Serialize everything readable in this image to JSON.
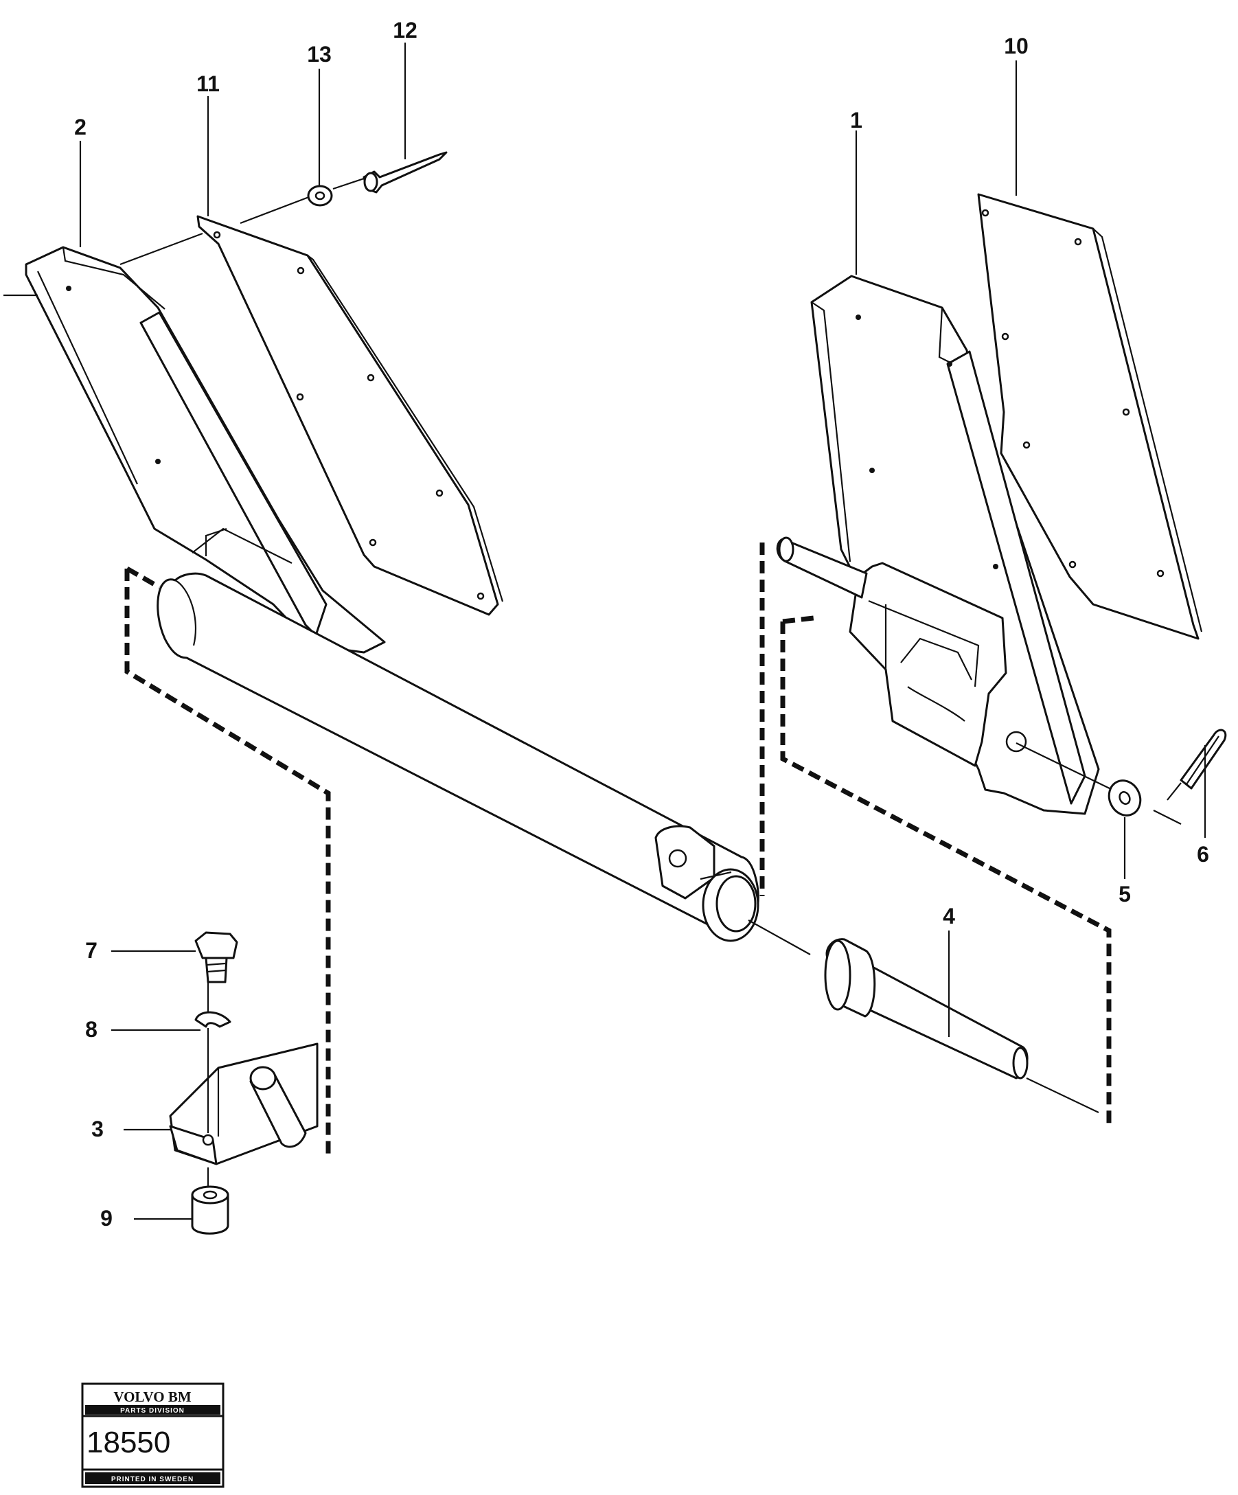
{
  "callouts": [
    {
      "id": "c1",
      "label": "1"
    },
    {
      "id": "c2",
      "label": "2"
    },
    {
      "id": "c3",
      "label": "3"
    },
    {
      "id": "c4",
      "label": "4"
    },
    {
      "id": "c5",
      "label": "5"
    },
    {
      "id": "c6",
      "label": "6"
    },
    {
      "id": "c7",
      "label": "7"
    },
    {
      "id": "c8",
      "label": "8"
    },
    {
      "id": "c9",
      "label": "9"
    },
    {
      "id": "c10",
      "label": "10"
    },
    {
      "id": "c11",
      "label": "11"
    },
    {
      "id": "c12",
      "label": "12"
    },
    {
      "id": "c13",
      "label": "13"
    }
  ],
  "stamp": {
    "brand": "VOLVO BM",
    "division": "PARTS DIVISION",
    "number": "18550",
    "printed": "PRINTED IN SWEDEN"
  },
  "colors": {
    "ink": "#111111",
    "paper": "#ffffff"
  }
}
